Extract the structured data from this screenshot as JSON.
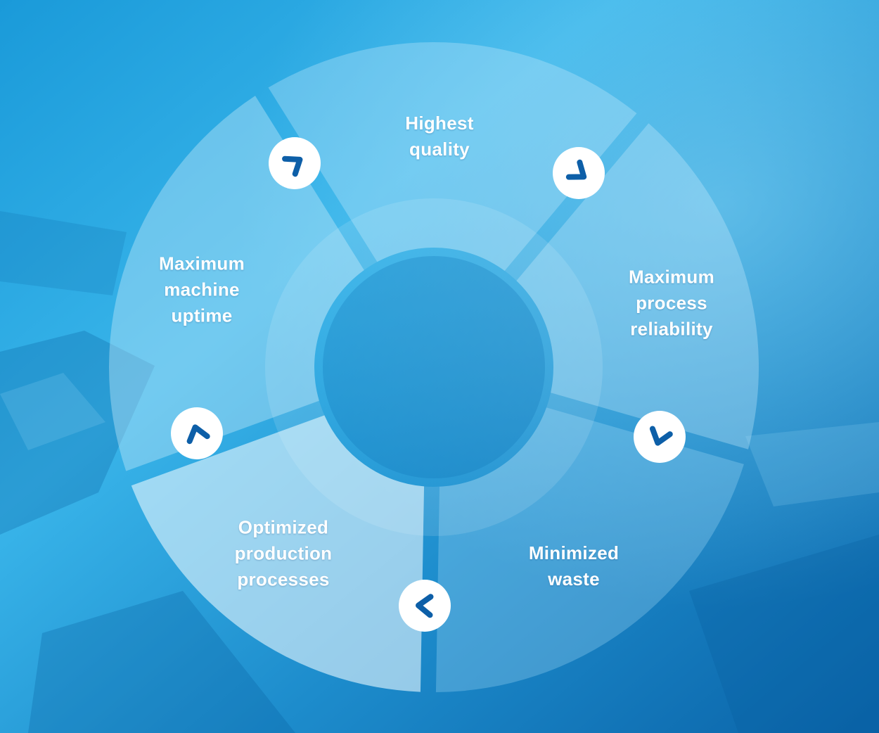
{
  "cycle": {
    "segments": [
      {
        "id": "highest-quality",
        "lines": [
          "Highest",
          "quality"
        ]
      },
      {
        "id": "maximum-process-reliability",
        "lines": [
          "Maximum",
          "process",
          "reliability"
        ]
      },
      {
        "id": "minimized-waste",
        "lines": [
          "Minimized",
          "waste"
        ]
      },
      {
        "id": "optimized-production-processes",
        "lines": [
          "Optimized",
          "production",
          "processes"
        ]
      },
      {
        "id": "maximum-machine-uptime",
        "lines": [
          "Maximum",
          "machine",
          "uptime"
        ]
      }
    ],
    "connector_icon": "chevron-arrow-icon",
    "direction": "clockwise"
  },
  "colors": {
    "background_light": "#35b4ea",
    "background_dark": "#0b74bb",
    "arrow": "#0d5fa8",
    "label": "#ffffff"
  }
}
